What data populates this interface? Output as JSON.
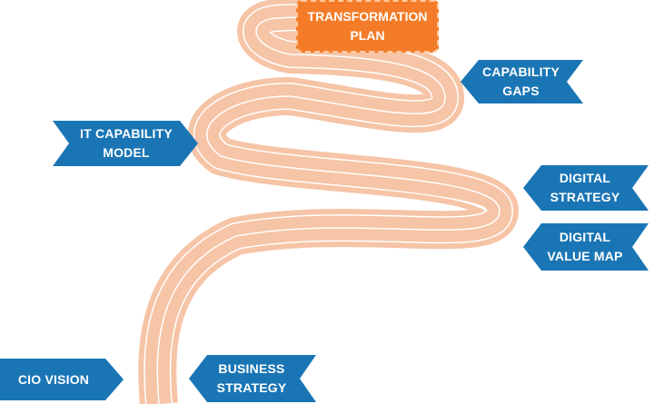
{
  "colors": {
    "road": "#f6c4a6",
    "road_edge": "#ffffff",
    "tag": "#1a75b5",
    "goal": "#f47c28"
  },
  "goal": {
    "line1": "TRANSFORMATION",
    "line2": "PLAN"
  },
  "steps": {
    "cio_vision": {
      "line1": "CIO VISION"
    },
    "business_strategy": {
      "line1": "BUSINESS",
      "line2": "STRATEGY"
    },
    "digital_value_map": {
      "line1": "DIGITAL",
      "line2": "VALUE MAP"
    },
    "digital_strategy": {
      "line1": "DIGITAL",
      "line2": "STRATEGY"
    },
    "it_capability_model": {
      "line1": "IT CAPABILITY",
      "line2": "MODEL"
    },
    "capability_gaps": {
      "line1": "CAPABILITY",
      "line2": "GAPS"
    }
  }
}
